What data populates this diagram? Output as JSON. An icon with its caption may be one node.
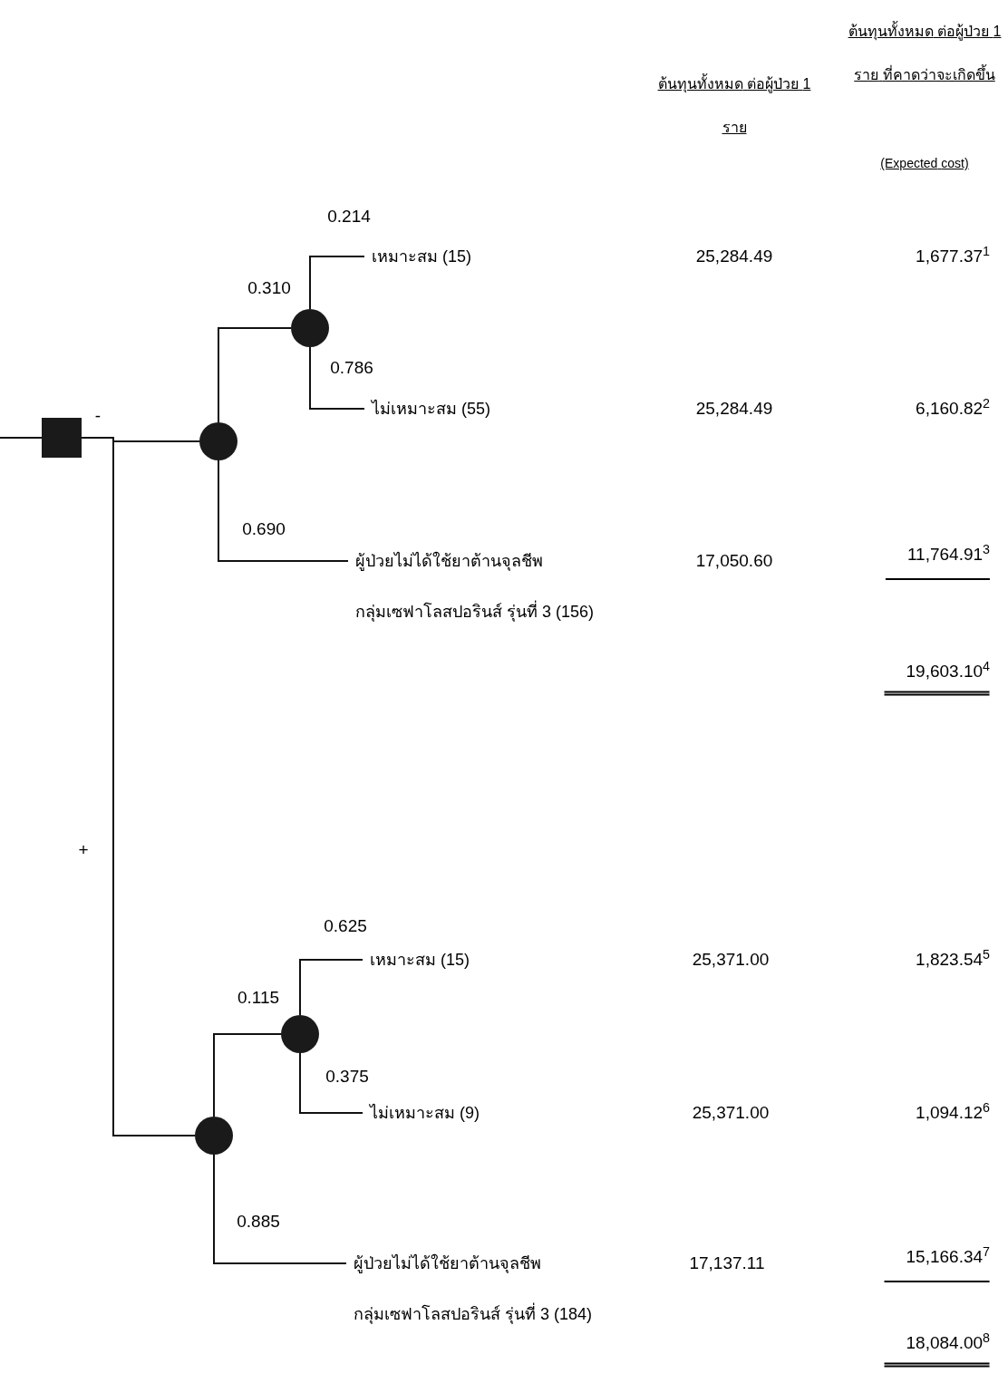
{
  "diagram": {
    "nodes": [
      {
        "text": [],
        "shape": "box"
      },
      {
        "text": [],
        "shape": "circle"
      },
      {
        "text": [],
        "shape": "circle"
      },
      {
        "text": [
          "เหมาะสม (15)"
        ]
      },
      {
        "text": [
          "ไม่เหมาะสม (55)"
        ]
      },
      {
        "text": [
          "ผู้ป่วยไม่ได้ใช้ยาต้านจุลชีพ กลุ่มเซฟาโลสปอรินส์ รุ่นที่ 3 (156)"
        ]
      },
      {
        "text": [],
        "shape": "circle"
      },
      {
        "text": [],
        "shape": "circle"
      },
      {
        "text": [
          "เหมาะสม (15)"
        ]
      },
      {
        "text": [
          "ไม่เหมาะสม (9)"
        ]
      },
      {
        "text": [
          "ผู้ป่วยไม่ได้ใช้ยาต้านจุลชีพ กลุ่มเซฟาโลสปอรินส์ รุ่นที่ 3 (184)"
        ]
      }
    ],
    "edges": [
      {
        "from": null,
        "to": 0,
        "arrow": "none"
      },
      {
        "from": 0,
        "to": 1,
        "arrow": "none",
        "label": "-"
      },
      {
        "from": 1,
        "to": 2,
        "arrow": "none",
        "label": "0.310"
      },
      {
        "from": 2,
        "to": 3,
        "arrow": "none",
        "label": "0.214"
      },
      {
        "from": 2,
        "to": 4,
        "arrow": "none",
        "label": "0.786"
      },
      {
        "from": 1,
        "to": 5,
        "arrow": "none",
        "label": "0.690"
      },
      {
        "from": 0,
        "to": 6,
        "arrow": "none",
        "label": "+"
      },
      {
        "from": 6,
        "to": 7,
        "arrow": "none",
        "label": "0.115"
      },
      {
        "from": 7,
        "to": 8,
        "arrow": "none",
        "label": "0.625"
      },
      {
        "from": 7,
        "to": 9,
        "arrow": "none",
        "label": "0.375"
      },
      {
        "from": 6,
        "to": 10,
        "arrow": "none",
        "label": "0.885"
      }
    ],
    "labels": [
      "ต้นทุนทั้งหมด ต่อผู้ป่วย 1 ราย",
      "ต้นทุนทั้งหมด ต่อผู้ป่วย 1 ราย ที่คาดว่าจะเกิดขึ้น",
      "(Expected cost)",
      "25,284.49",
      "1,677.37$^{1}$",
      "25,284.49",
      "6,160.82$^{2}$",
      "17,050.60",
      "11,764.91$^{3}$",
      "19,603.10$^{4}$",
      "25,371.00",
      "1,823.54$^{5}$",
      "25,371.00",
      "1,094.12$^{6}$",
      "17,137.11",
      "15,166.34$^{7}$",
      "18,084.00$^{8}$"
    ]
  }
}
